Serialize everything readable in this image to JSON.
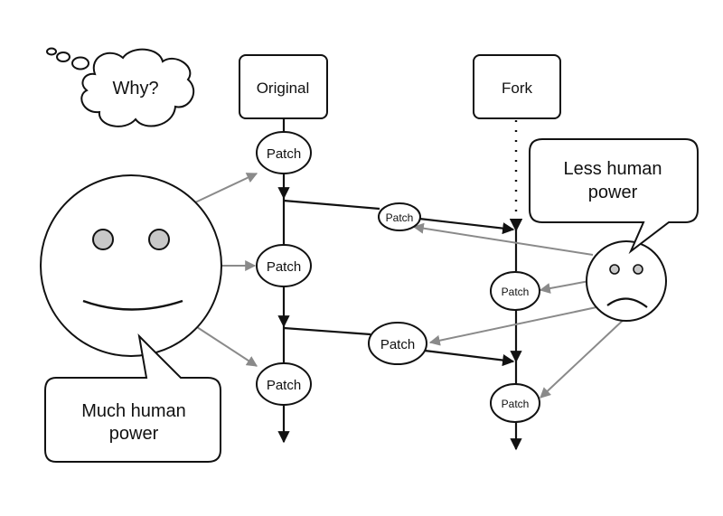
{
  "thought": {
    "text": "Why?"
  },
  "repos": {
    "original": "Original",
    "fork": "Fork"
  },
  "patch_label": "Patch",
  "bubbles": {
    "much": [
      "Much human",
      "power"
    ],
    "less": [
      "Less human",
      "power"
    ]
  },
  "colors": {
    "line": "#111111",
    "gray_arrow": "#8a8a8a",
    "eye_fill": "#c8c8c8"
  }
}
